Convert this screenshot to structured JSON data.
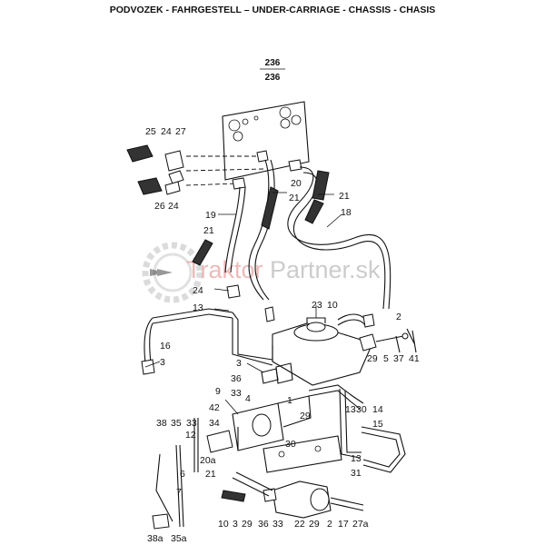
{
  "header": {
    "title": "PODVOZEK - FAHRGESTELL – UNDER-CARRIAGE - CHASSIS - CHASIS"
  },
  "figure_ref": {
    "top": "236",
    "bottom": "236"
  },
  "watermark": {
    "brand_red": "Traktor",
    "brand_grey": "Partner.sk"
  },
  "colors": {
    "line": "#111111",
    "watermark_red": "#e8a3a3",
    "watermark_grey": "#bbbbbb"
  },
  "callouts": [
    "25",
    "24",
    "27",
    "26",
    "24",
    "20",
    "21",
    "21",
    "19",
    "18",
    "21",
    "24",
    "13",
    "16",
    "3",
    "23",
    "10",
    "2",
    "29",
    "5",
    "37",
    "41",
    "3",
    "36",
    "33",
    "9",
    "4",
    "1",
    "42",
    "35",
    "33",
    "38",
    "34",
    "30",
    "14",
    "13",
    "15",
    "12",
    "20a",
    "6",
    "7",
    "21",
    "29",
    "30",
    "13",
    "31",
    "38a",
    "35a",
    "10",
    "3",
    "29",
    "36",
    "33",
    "22",
    "29",
    "2",
    "17",
    "27a"
  ]
}
